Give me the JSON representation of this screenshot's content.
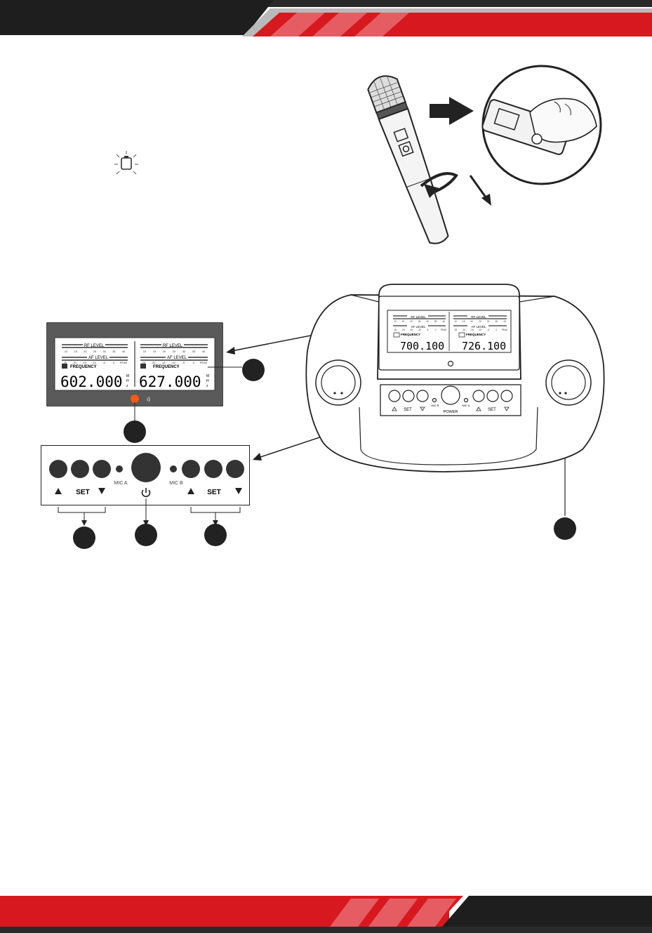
{
  "colors": {
    "brand_red": "#d7191f",
    "dark": "#222222",
    "led": "#ff5a14",
    "lcd_gray": "#5a5a5a"
  },
  "icons": {
    "battery": "low-battery-blink-icon",
    "power": "power-icon",
    "up": "up-triangle-icon",
    "down": "down-triangle-icon",
    "ir": "ir-sync-icon",
    "mic_hand": "handheld-microphone-icon",
    "arrow": "right-arrow-icon"
  },
  "lcd_panel": {
    "left": {
      "rf_label": "RF LEVEL",
      "af_label": "AF LEVEL",
      "freq_label": "FREQUENCY",
      "frequency": "602.000",
      "unit": "MHz",
      "rf_ticks": [
        "10",
        "15",
        "20",
        "25",
        "30",
        "35",
        "40"
      ],
      "af_ticks": [
        "-25",
        "-20",
        "-15",
        "-10",
        "-5",
        "0",
        "PEAK"
      ]
    },
    "right": {
      "rf_label": "RF LEVEL",
      "af_label": "AF LEVEL",
      "freq_label": "FREQUENCY",
      "frequency": "627.000",
      "unit": "MHz",
      "rf_ticks": [
        "10",
        "15",
        "20",
        "25",
        "30",
        "35",
        "40"
      ],
      "af_ticks": [
        "-25",
        "-20",
        "-15",
        "-10",
        "-5",
        "0",
        "PEAK"
      ]
    }
  },
  "control_panel": {
    "set_left": "SET",
    "set_right": "SET",
    "mic_a": "MIC A",
    "mic_b": "MIC B"
  },
  "receiver": {
    "left": {
      "rf_label": "RF LEVEL",
      "af_label": "AF LEVEL",
      "freq_label": "FREQUENCY",
      "frequency": "700.100",
      "rf_ticks": [
        "10",
        "15",
        "20",
        "25",
        "30",
        "35",
        "40"
      ],
      "af_ticks": [
        "-25",
        "-20",
        "-15",
        "-10",
        "-5",
        "0",
        "PEAK"
      ]
    },
    "right": {
      "rf_label": "RF LEVEL",
      "af_label": "AF LEVEL",
      "freq_label": "FREQUENCY",
      "frequency": "726.100",
      "rf_ticks": [
        "10",
        "15",
        "20",
        "25",
        "30",
        "35",
        "40"
      ],
      "af_ticks": [
        "-25",
        "-20",
        "-15",
        "-10",
        "-5",
        "0",
        "PEAK"
      ]
    },
    "set_left": "SET",
    "set_right": "SET",
    "mic_b": "MIC B",
    "mic_a": "MIC A",
    "power": "POWER"
  }
}
